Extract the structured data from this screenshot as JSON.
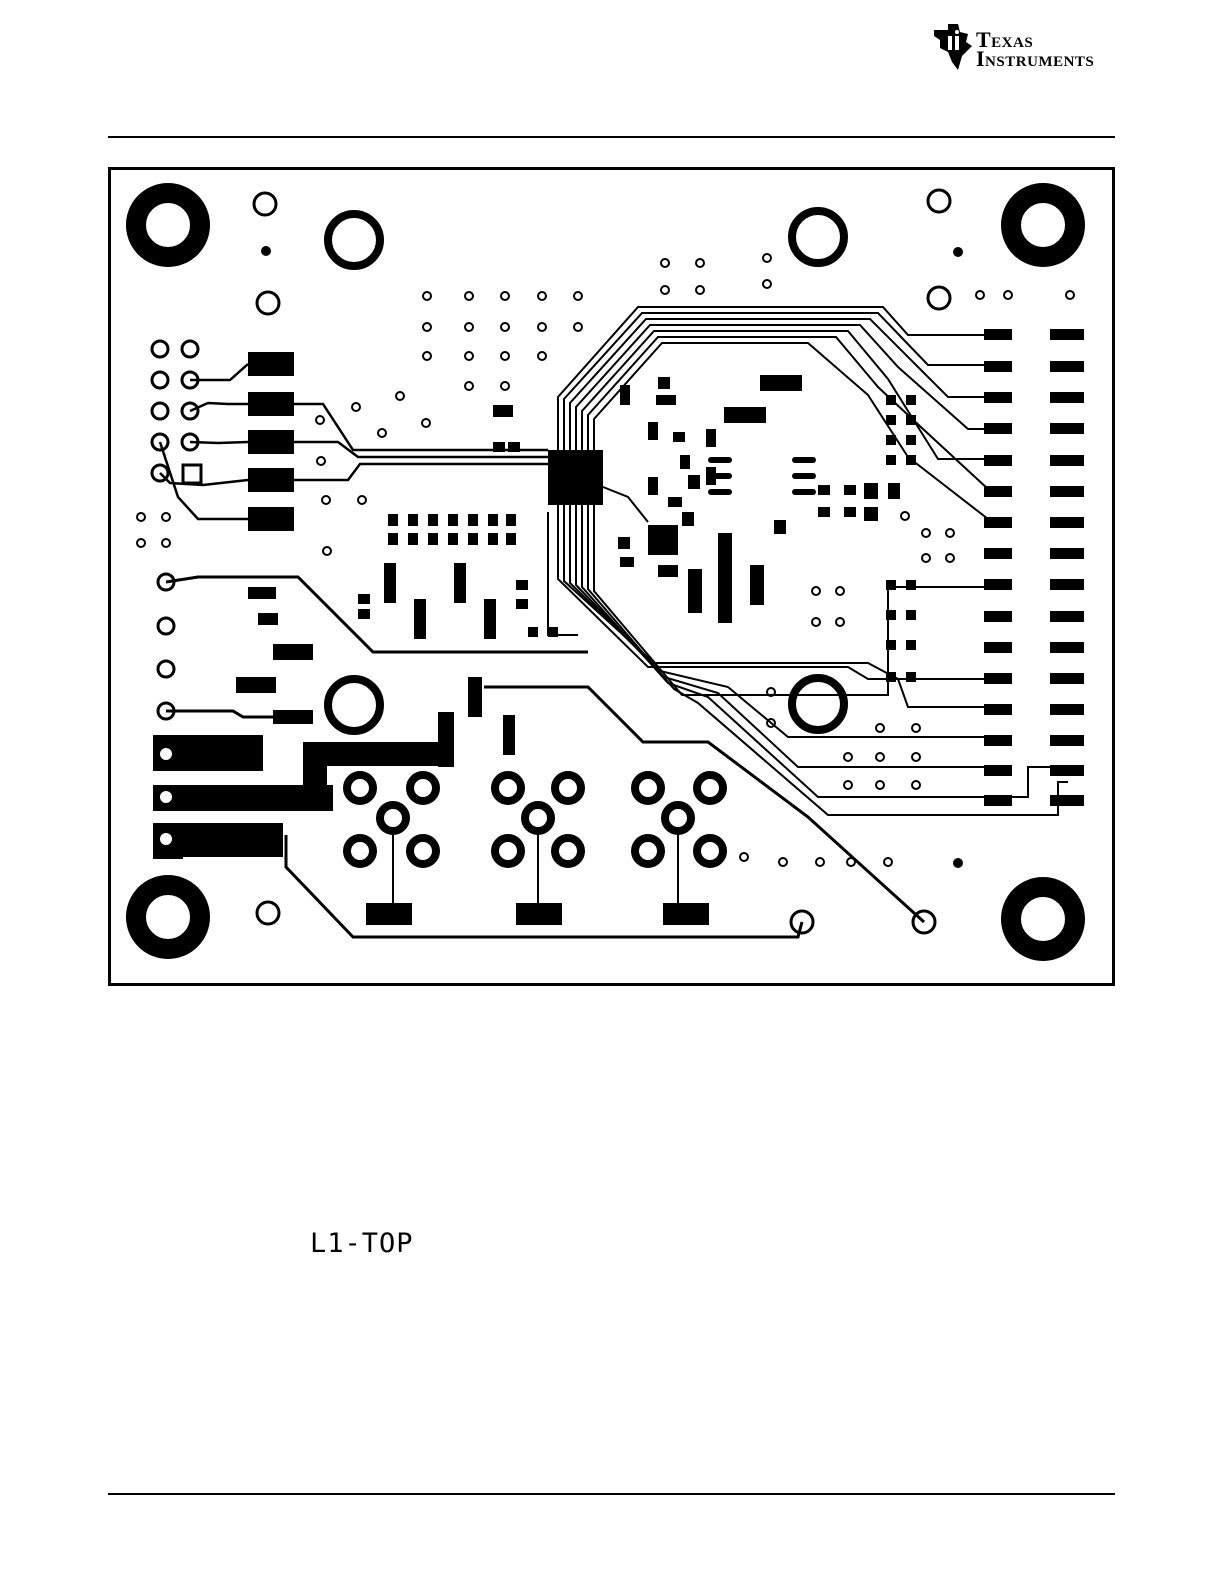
{
  "header": {
    "logo_line1": "Texas",
    "logo_line2": "Instruments",
    "logo_icon": "ti-logo-icon"
  },
  "figure": {
    "layer_label": "L1-TOP"
  },
  "colors": {
    "ink": "#000000",
    "paper": "#ffffff"
  }
}
